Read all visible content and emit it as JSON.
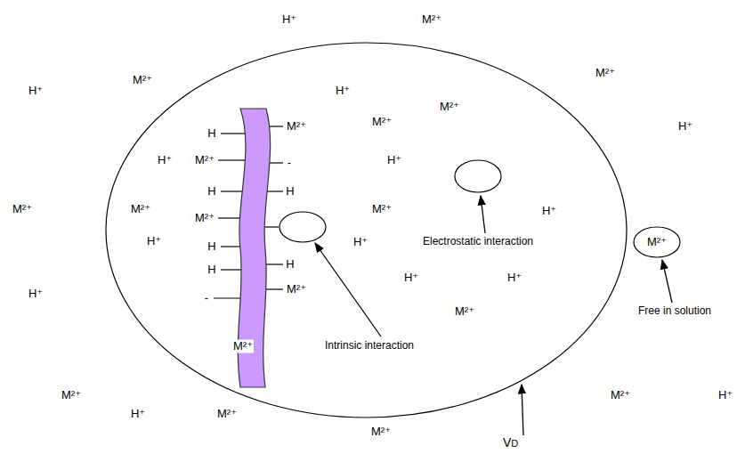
{
  "diagram": {
    "nodes": [
      {
        "text": [
          "VD"
        ]
      },
      {
        "text": [
          "M²⁺"
        ],
        "in": 0
      },
      {
        "text": [
          "M²⁺"
        ],
        "in": 0
      },
      {
        "text": [
          "M²⁺"
        ]
      }
    ],
    "labels": [
      "H⁺",
      "M²⁺",
      "M²⁺",
      "H⁺",
      "M²⁺",
      "H⁺",
      "M²⁺",
      "H⁺",
      "H",
      "M²⁺",
      "M²⁺",
      "H⁺",
      "M²⁺",
      "-",
      "H⁺",
      "H",
      "H",
      "M²⁺",
      "M²⁺",
      "M²⁺",
      "M²⁺",
      "H⁺",
      "H⁺",
      "H",
      "H⁺",
      "Electrostatic interaction",
      "Free in solution",
      "H",
      "H",
      "H⁺",
      "H⁺",
      "H⁺",
      "M²⁺",
      "-",
      "M²⁺",
      "M²⁺",
      "Intrinsic interaction",
      "M²⁺",
      "M²⁺",
      "H⁺",
      "H⁺",
      "M²⁺",
      "M²⁺"
    ]
  }
}
